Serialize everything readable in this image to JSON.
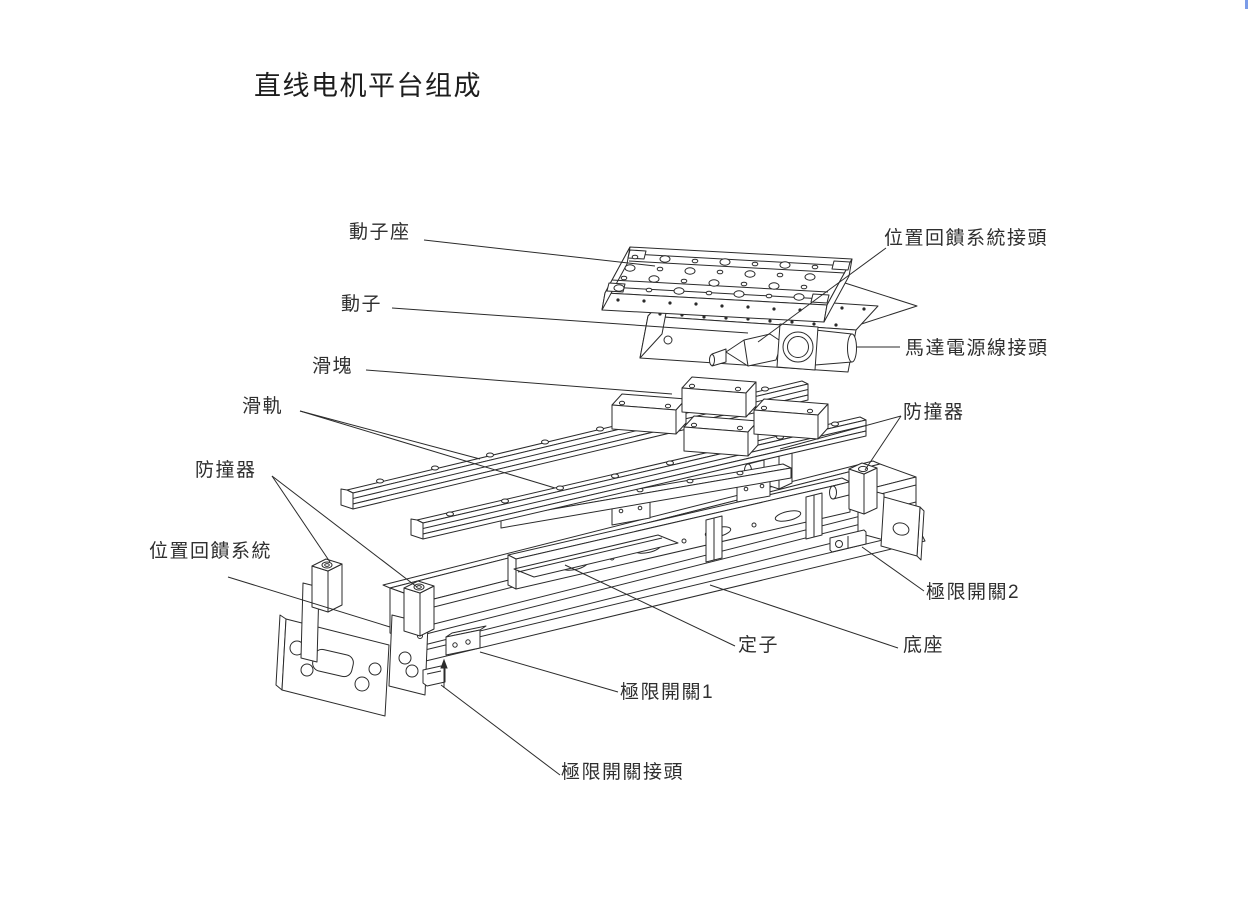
{
  "title": "直线电机平台组成",
  "diagram": {
    "type": "exploded-technical-illustration",
    "subject": "linear motor platform components",
    "labels": {
      "mover_seat": "動子座",
      "mover": "動子",
      "slider_block": "滑塊",
      "slide_rail": "滑軌",
      "bumper_left": "防撞器",
      "bumper_right": "防撞器",
      "position_feedback_system": "位置回饋系統",
      "position_feedback_connector": "位置回饋系統接頭",
      "motor_power_connector": "馬達電源線接頭",
      "limit_switch_2": "極限開關2",
      "stator": "定子",
      "base": "底座",
      "limit_switch_1": "極限開關1",
      "limit_switch_connector": "極限開關接頭"
    },
    "colors": {
      "background": "#ffffff",
      "line": "#2b2b2b",
      "label_text": "#2f2f2f",
      "corner_fragment": "#7b9ce8"
    }
  }
}
